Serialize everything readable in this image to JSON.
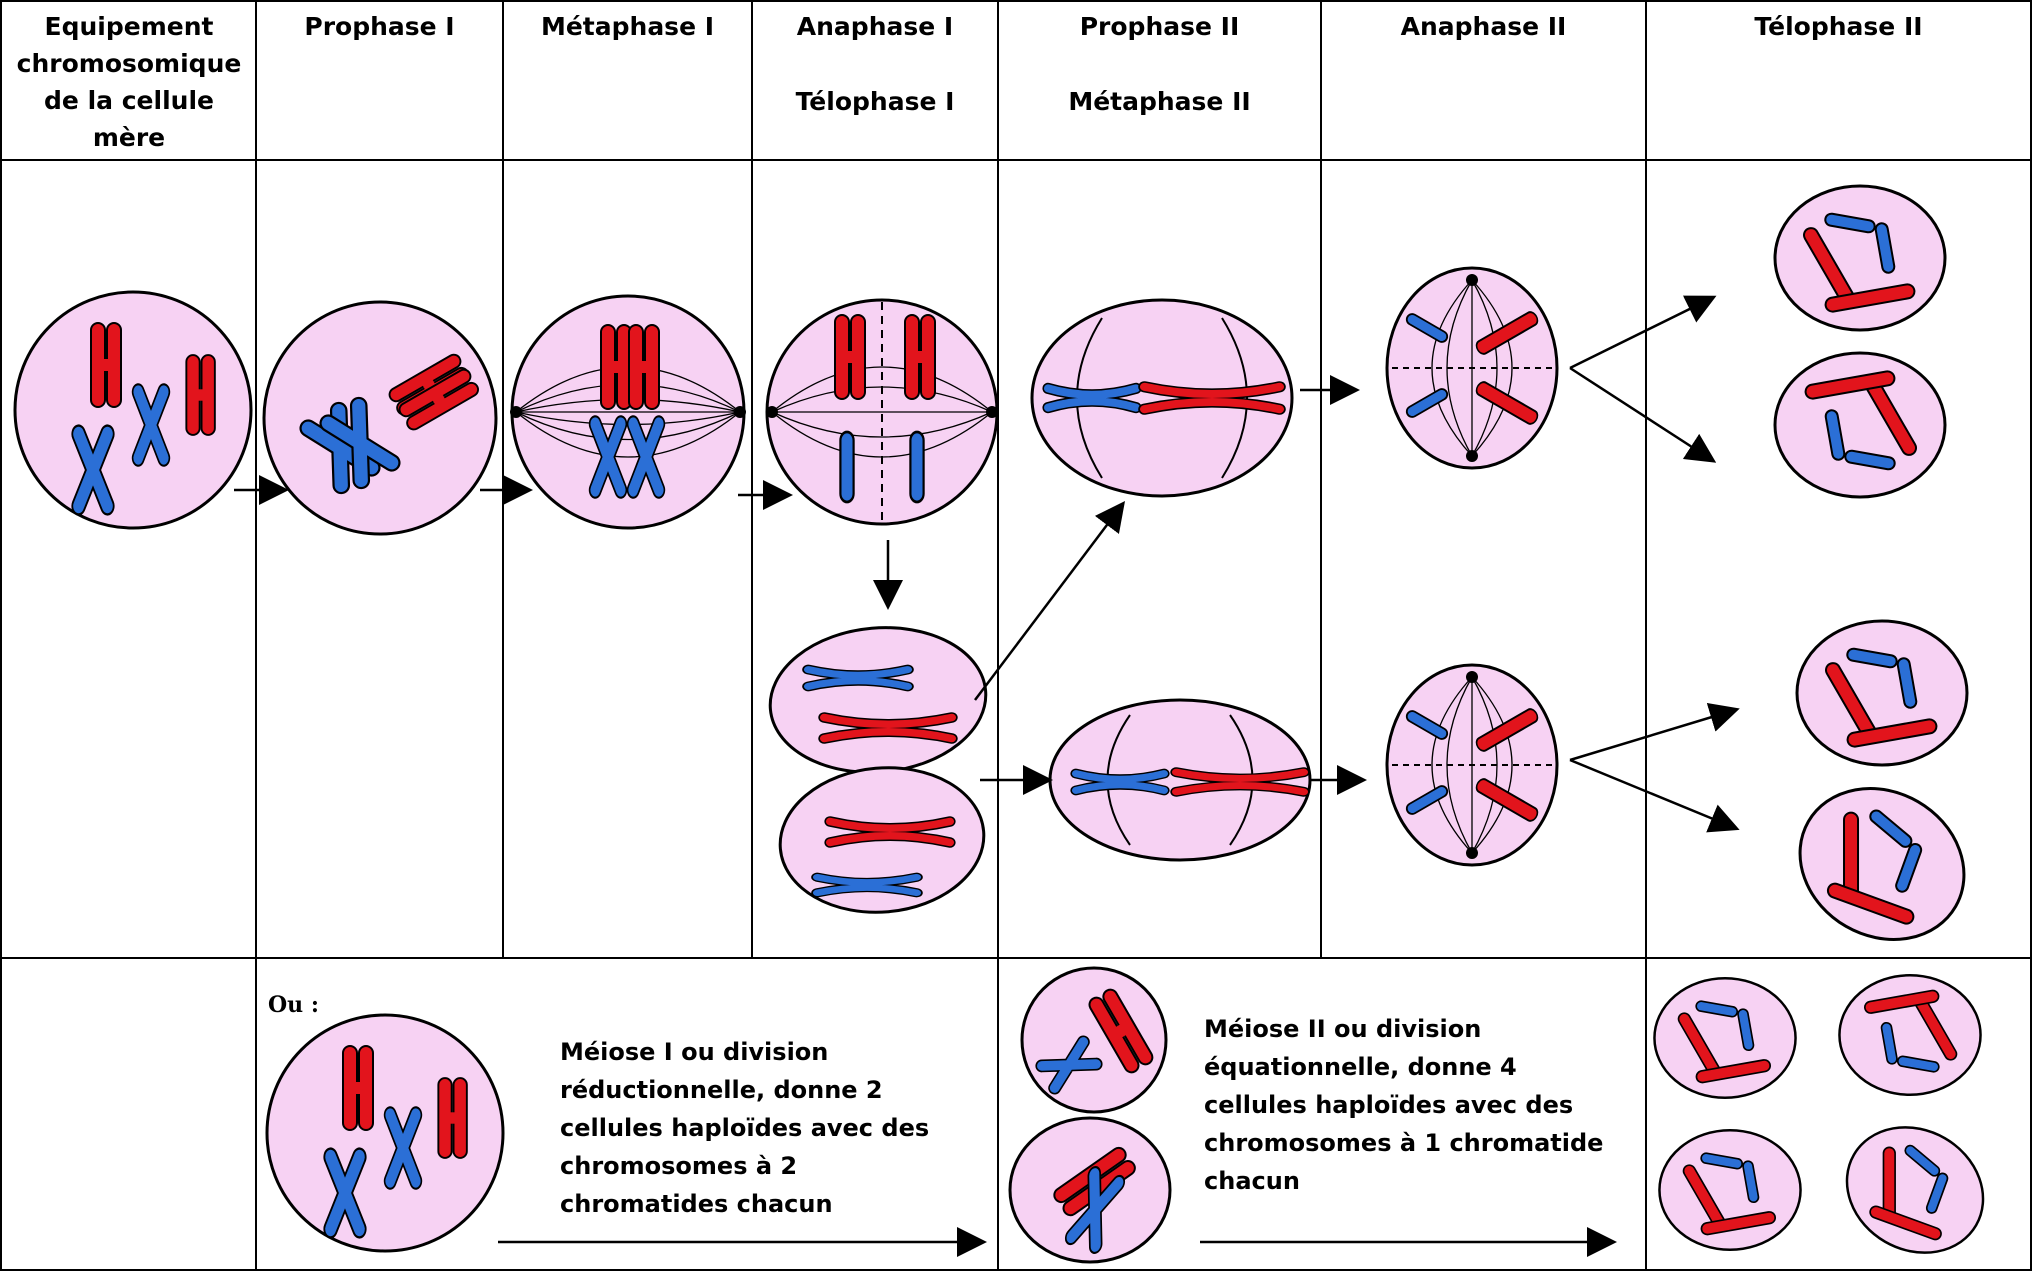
{
  "headers": {
    "col1": "Equipement\nchromosomique\nde la cellule\nmère",
    "col2": "Prophase I",
    "col3": "Métaphase I",
    "col4_line1": "Anaphase I",
    "col4_line2": "Télophase I",
    "col5_line1": "Prophase II",
    "col5_line2": "Métaphase II",
    "col6": "Anaphase II",
    "col7": "Télophase II"
  },
  "bottom": {
    "ou_label": "Ou :",
    "meiosis1_note": "Méiose I ou division réductionnelle, donne 2 cellules haploïdes avec des chromosomes à 2 chromatides chacun",
    "meiosis2_note": "Méiose II ou division équationnelle, donne 4 cellules haploïdes avec des chromosomes à 1 chromatide chacun"
  },
  "colors": {
    "cell_fill": "#f7d2f3",
    "outline": "#000000",
    "maternal_red": "#e2141c",
    "paternal_blue": "#2b6fd6"
  }
}
